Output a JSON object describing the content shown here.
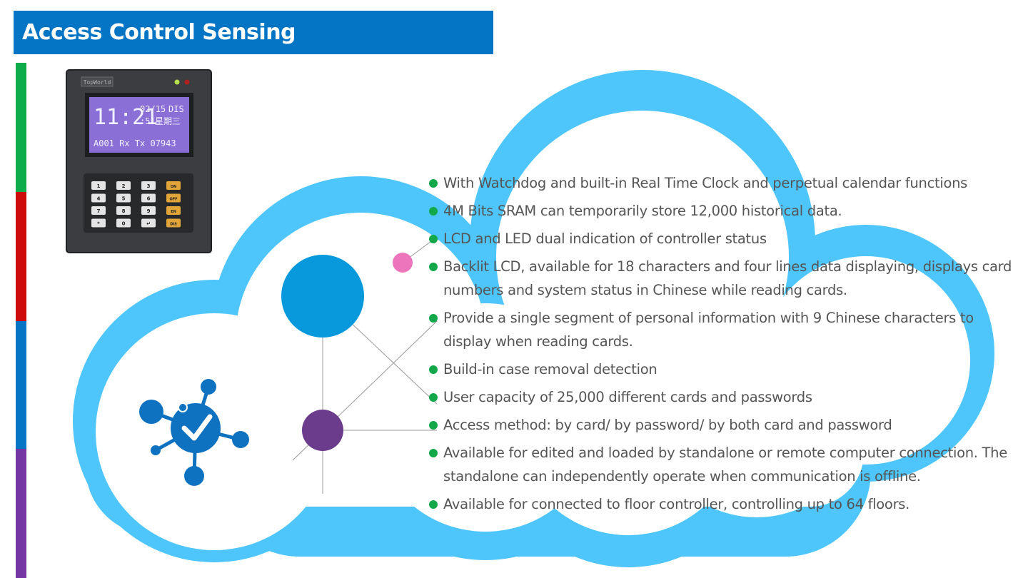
{
  "header": {
    "title": "Access Control Sensing"
  },
  "colors": {
    "header_bg": "#0474c4",
    "cloud": "#4ec6fb",
    "strip": [
      "#0fac4b",
      "#cd0b0b",
      "#0474c4",
      "#7436a3"
    ],
    "bullet": "#12a84a",
    "circle_large": "#0899dd",
    "circle_purple": "#6b3c8c",
    "circle_pink": "#ec75bb",
    "icon": "#0f72c0"
  },
  "device": {
    "brand": "TopWorld",
    "time_big": "11:21",
    "date": "02/15",
    "mode": "DIS",
    "seconds": ":51",
    "weekday": "星期三",
    "status_line": "A001 Rx Tx 07943",
    "keys": [
      "1",
      "2",
      "3",
      "ON",
      "4",
      "5",
      "6",
      "OFF",
      "7",
      "8",
      "9",
      "EN",
      "*",
      "0",
      "↵",
      "DIS"
    ]
  },
  "icons": {
    "network_check": "network-check-icon",
    "bullet": "green-dot-icon"
  },
  "features": [
    " With Watchdog and built-in Real Time Clock and perpetual calendar functions",
    "4M Bits SRAM can temporarily store 12,000 historical data.",
    "LCD and LED dual indication of controller status",
    "Backlit LCD, available for 18 characters and four lines data displaying, displays card numbers and system status in Chinese while reading cards.",
    "Provide a single segment of personal information with 9 Chinese characters to display when reading cards.",
    "Build-in case removal detection",
    "User capacity of 25,000 different cards and passwords",
    "Access method: by card/ by password/ by both card and password",
    "Available for edited and loaded by standalone or remote computer connection. The standalone can independently operate when communication is offline.",
    "Available for connected to floor controller, controlling up to 64 floors."
  ]
}
